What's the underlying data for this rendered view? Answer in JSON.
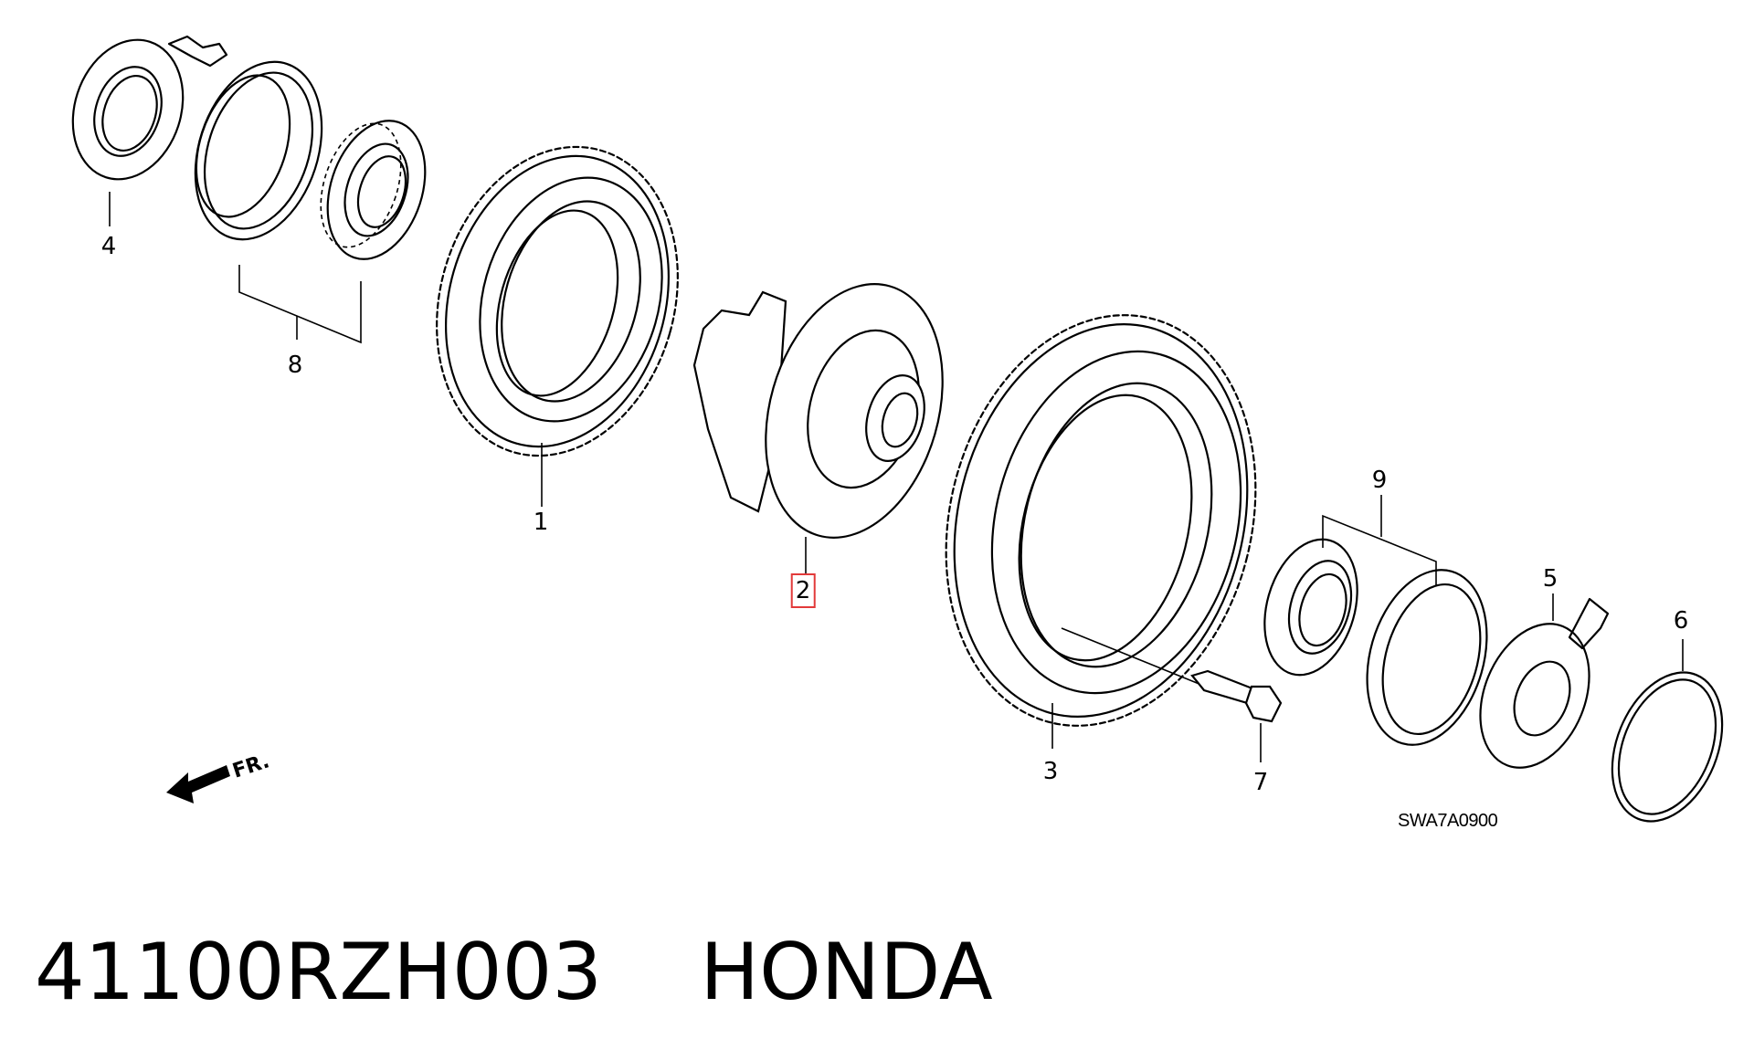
{
  "callouts": [
    {
      "id": "1",
      "label": "1"
    },
    {
      "id": "2",
      "label": "2",
      "selected": true
    },
    {
      "id": "3",
      "label": "3"
    },
    {
      "id": "4",
      "label": "4"
    },
    {
      "id": "5",
      "label": "5"
    },
    {
      "id": "6",
      "label": "6"
    },
    {
      "id": "7",
      "label": "7"
    },
    {
      "id": "8",
      "label": "8"
    },
    {
      "id": "9",
      "label": "9"
    }
  ],
  "direction_marker": "FR.",
  "diagram_code": "SWA7A0900",
  "part_number": "41100RZH003",
  "brand": "HONDA",
  "highlight_color": "#e23a3a",
  "icons": [
    "front-direction-arrow-icon"
  ]
}
